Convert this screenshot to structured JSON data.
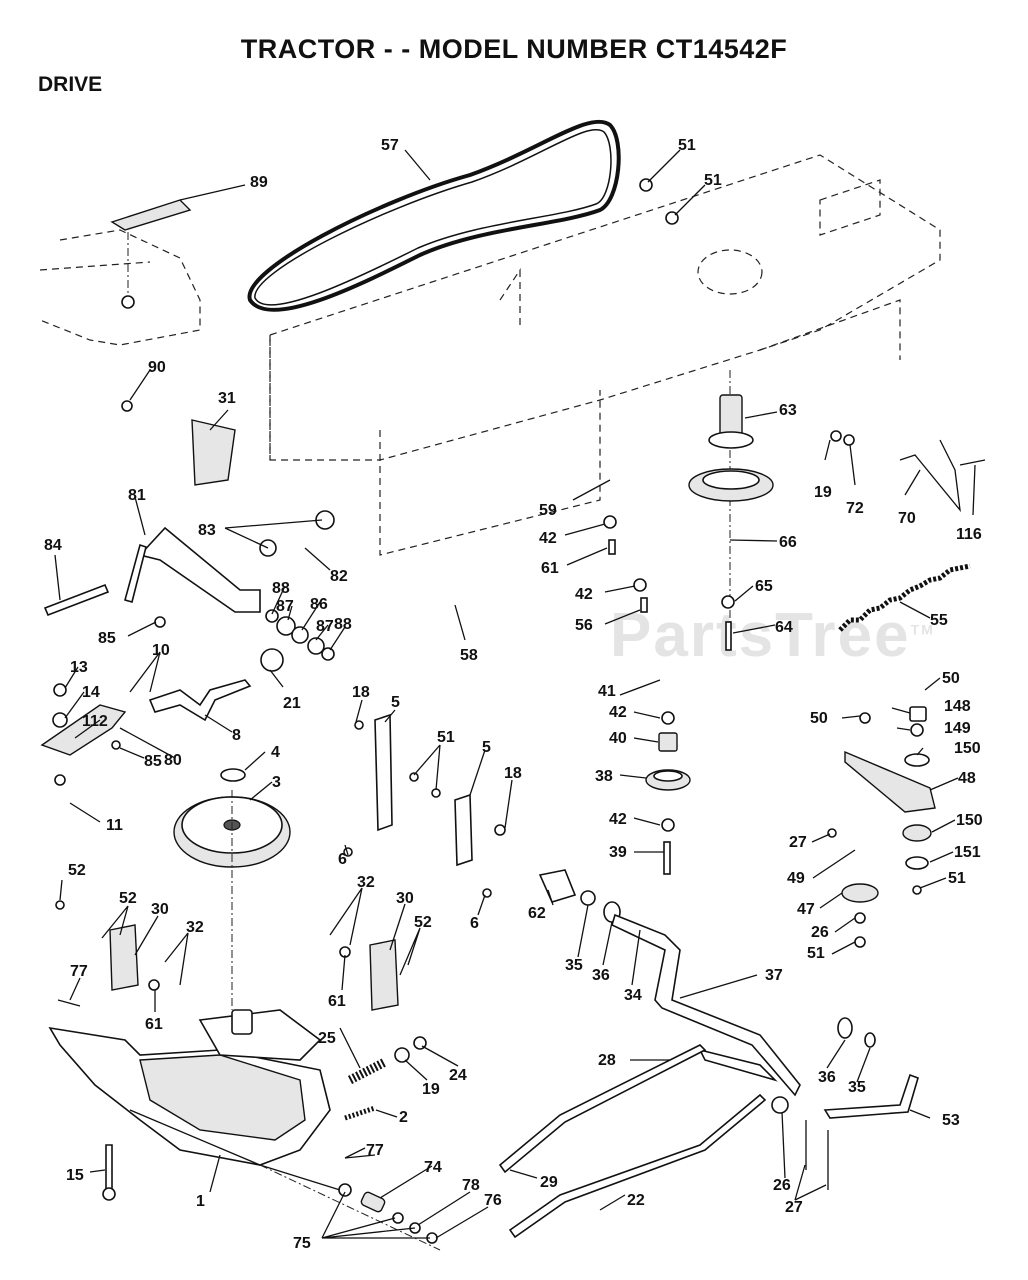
{
  "header": {
    "title": "TRACTOR - - MODEL NUMBER CT14542F",
    "section": "DRIVE"
  },
  "watermark": "PartsTree",
  "watermark_mark": "TM",
  "callouts": [
    {
      "label": "57"
    },
    {
      "label": "51"
    },
    {
      "label": "51"
    },
    {
      "label": "89"
    },
    {
      "label": "90"
    },
    {
      "label": "31"
    },
    {
      "label": "63"
    },
    {
      "label": "19"
    },
    {
      "label": "72"
    },
    {
      "label": "70"
    },
    {
      "label": "116"
    },
    {
      "label": "81"
    },
    {
      "label": "83"
    },
    {
      "label": "82"
    },
    {
      "label": "84"
    },
    {
      "label": "88"
    },
    {
      "label": "87"
    },
    {
      "label": "86"
    },
    {
      "label": "87"
    },
    {
      "label": "88"
    },
    {
      "label": "85"
    },
    {
      "label": "59"
    },
    {
      "label": "42"
    },
    {
      "label": "61"
    },
    {
      "label": "66"
    },
    {
      "label": "42"
    },
    {
      "label": "65"
    },
    {
      "label": "56"
    },
    {
      "label": "64"
    },
    {
      "label": "55"
    },
    {
      "label": "58"
    },
    {
      "label": "13"
    },
    {
      "label": "10"
    },
    {
      "label": "14"
    },
    {
      "label": "21"
    },
    {
      "label": "112"
    },
    {
      "label": "8"
    },
    {
      "label": "80"
    },
    {
      "label": "85"
    },
    {
      "label": "11"
    },
    {
      "label": "4"
    },
    {
      "label": "3"
    },
    {
      "label": "18"
    },
    {
      "label": "5"
    },
    {
      "label": "51"
    },
    {
      "label": "5"
    },
    {
      "label": "18"
    },
    {
      "label": "6"
    },
    {
      "label": "6"
    },
    {
      "label": "41"
    },
    {
      "label": "42"
    },
    {
      "label": "40"
    },
    {
      "label": "38"
    },
    {
      "label": "42"
    },
    {
      "label": "39"
    },
    {
      "label": "50"
    },
    {
      "label": "148"
    },
    {
      "label": "50"
    },
    {
      "label": "149"
    },
    {
      "label": "150"
    },
    {
      "label": "48"
    },
    {
      "label": "27"
    },
    {
      "label": "150"
    },
    {
      "label": "151"
    },
    {
      "label": "49"
    },
    {
      "label": "51"
    },
    {
      "label": "47"
    },
    {
      "label": "26"
    },
    {
      "label": "51"
    },
    {
      "label": "52"
    },
    {
      "label": "52"
    },
    {
      "label": "30"
    },
    {
      "label": "32"
    },
    {
      "label": "77"
    },
    {
      "label": "61"
    },
    {
      "label": "32"
    },
    {
      "label": "30"
    },
    {
      "label": "52"
    },
    {
      "label": "61"
    },
    {
      "label": "62"
    },
    {
      "label": "35"
    },
    {
      "label": "36"
    },
    {
      "label": "34"
    },
    {
      "label": "37"
    },
    {
      "label": "25"
    },
    {
      "label": "24"
    },
    {
      "label": "19"
    },
    {
      "label": "2"
    },
    {
      "label": "28"
    },
    {
      "label": "36"
    },
    {
      "label": "35"
    },
    {
      "label": "53"
    },
    {
      "label": "15"
    },
    {
      "label": "1"
    },
    {
      "label": "77"
    },
    {
      "label": "74"
    },
    {
      "label": "29"
    },
    {
      "label": "22"
    },
    {
      "label": "26"
    },
    {
      "label": "27"
    },
    {
      "label": "78"
    },
    {
      "label": "76"
    },
    {
      "label": "75"
    }
  ]
}
